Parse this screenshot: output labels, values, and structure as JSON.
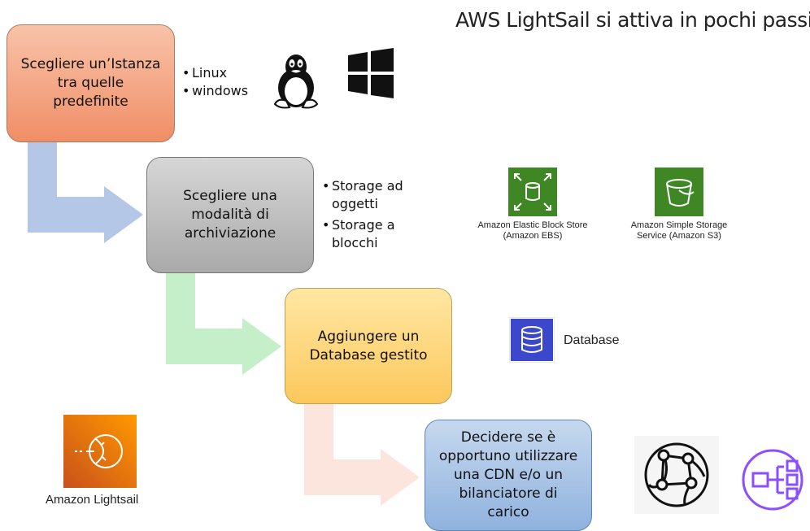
{
  "title": "AWS LightSail si attiva in pochi passi",
  "steps": [
    {
      "label": "Scegliere un’Istanza tra quelle predefinite",
      "bullets": [
        "Linux",
        "windows"
      ]
    },
    {
      "label": "Scegliere una modalità di archiviazione",
      "bullets": [
        "Storage ad oggetti",
        "Storage a blocchi"
      ]
    },
    {
      "label": "Aggiungere un Database gestito",
      "bullets": []
    },
    {
      "label": "Decidere se è opportuno utilizzare una CDN  e/o un bilanciatore di carico",
      "bullets": []
    }
  ],
  "services": {
    "ebs": "Amazon Elastic Block Store (Amazon EBS)",
    "s3": "Amazon Simple Storage Service (Amazon S3)",
    "database": "Database",
    "lightsail": "Amazon Lightsail"
  },
  "icons": [
    "linux-icon",
    "windows-icon",
    "ebs-icon",
    "s3-icon",
    "database-icon",
    "lightsail-icon",
    "cdn-icon",
    "load-balancer-icon"
  ],
  "colors": {
    "step1": "#f4a682",
    "step2": "#bfbfbf",
    "step3": "#fdd878",
    "step4": "#a9c4e6",
    "arrow1": "#b4c7e7",
    "arrow2": "#c5efc9",
    "arrow3": "#fbe5dc",
    "aws_green": "#3f8624",
    "aws_orange": "#ed7100",
    "aws_blue": "#3b48cc",
    "aws_purple": "#8c4fff"
  }
}
